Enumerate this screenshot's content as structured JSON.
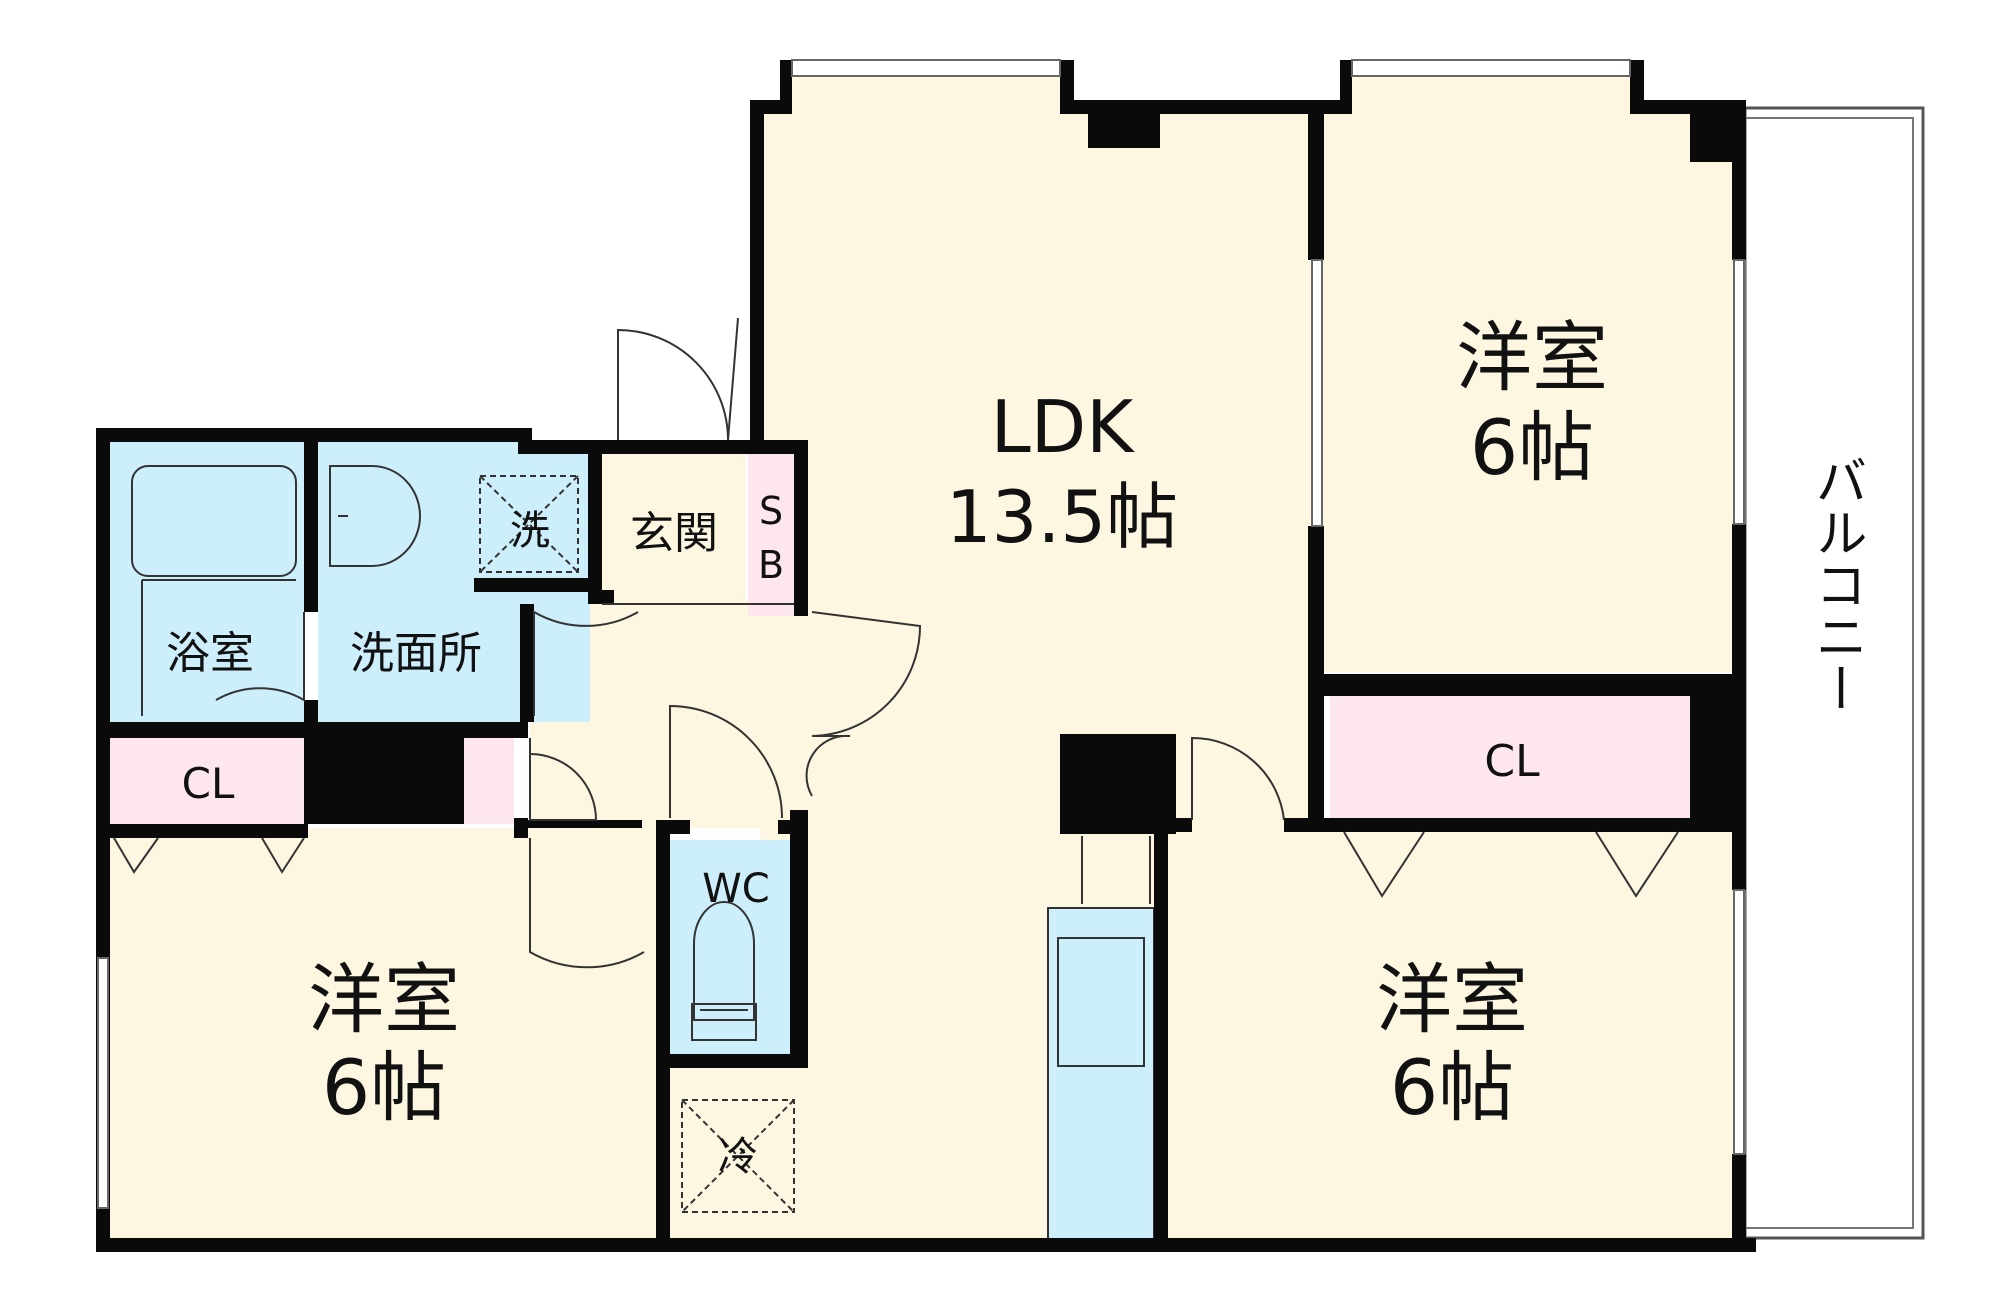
{
  "colors": {
    "wall": "#0a0a0a",
    "room": "#fdf7e2",
    "wet": "#cdeefb",
    "storage": "#fde6ee",
    "outline": "#444444"
  },
  "rooms": {
    "ldk_name": "LDK",
    "ldk_size": "13.5帖",
    "room_ne_name": "洋室",
    "room_ne_size": "6帖",
    "room_se_name": "洋室",
    "room_se_size": "6帖",
    "room_sw_name": "洋室",
    "room_sw_size": "6帖",
    "bath": "浴室",
    "washroom": "洗面所",
    "washer": "洗",
    "entrance": "玄関",
    "shoebox_s": "S",
    "shoebox_b": "B",
    "closet_w": "CL",
    "closet_e": "CL",
    "toilet": "WC",
    "fridge": "冷",
    "balcony": "バルコニー"
  }
}
